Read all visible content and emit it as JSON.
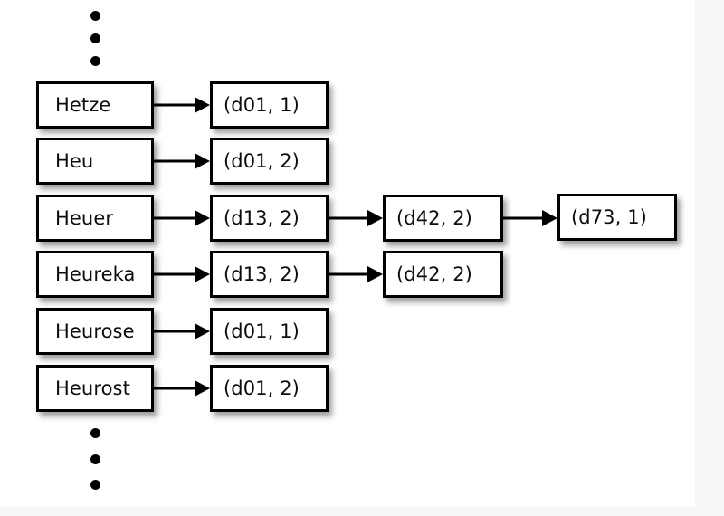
{
  "diagram": {
    "type": "inverted-index-postings-diagram",
    "background_color": "#ffffff",
    "gutter_color": "#f7f7f7",
    "box_border_color": "#000000",
    "text_color": "#0d0d0d",
    "dictionary_column": {
      "name": "dictionary-terms",
      "terms": [
        {
          "label": "Hetze"
        },
        {
          "label": "Heu"
        },
        {
          "label": "Heuer"
        },
        {
          "label": "Heureka"
        },
        {
          "label": "Heurose"
        },
        {
          "label": "Heurost"
        }
      ]
    },
    "postings_column_1": {
      "name": "first-postings",
      "entries": [
        {
          "label": "(d01, 1)"
        },
        {
          "label": "(d01, 2)"
        },
        {
          "label": "(d13, 2)"
        },
        {
          "label": "(d13, 2)"
        },
        {
          "label": "(d01, 1)"
        },
        {
          "label": "(d01, 2)"
        }
      ]
    },
    "postings_column_2": {
      "name": "second-postings",
      "entries": [
        {
          "label": "(d42, 2)"
        },
        {
          "label": "(d42, 2)"
        }
      ]
    },
    "postings_column_3": {
      "name": "third-postings",
      "entries": [
        {
          "label": "(d73, 1)"
        }
      ]
    },
    "ellipsis_top": {
      "name": "vertical-ellipsis-top",
      "dot_count": 3
    },
    "ellipsis_bottom": {
      "name": "vertical-ellipsis-bottom",
      "dot_count": 3
    }
  }
}
